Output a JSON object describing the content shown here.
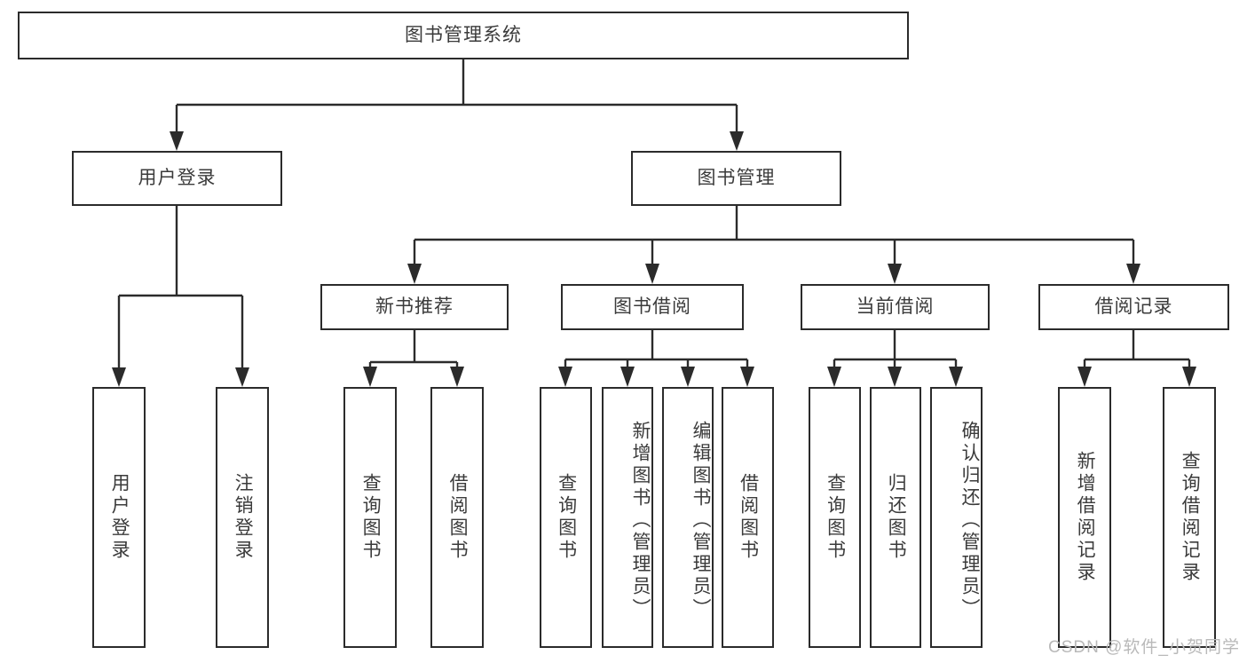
{
  "diagram": {
    "title": "图书管理系统",
    "type": "hierarchy-tree",
    "root": {
      "id": "root",
      "label": "图书管理系统"
    },
    "level2": [
      {
        "id": "user-login",
        "label": "用户登录"
      },
      {
        "id": "book-management",
        "label": "图书管理"
      }
    ],
    "level3": [
      {
        "id": "new-book-recommend",
        "label": "新书推荐"
      },
      {
        "id": "book-borrow",
        "label": "图书借阅"
      },
      {
        "id": "current-borrow",
        "label": "当前借阅"
      },
      {
        "id": "borrow-record",
        "label": "借阅记录"
      }
    ],
    "leaves": {
      "user_login": [
        {
          "id": "leaf-user-login",
          "label": "用户登录"
        },
        {
          "id": "leaf-user-logout",
          "label": "注销登录"
        }
      ],
      "new_book_recommend": [
        {
          "id": "leaf-query-book-1",
          "label": "查询图书"
        },
        {
          "id": "leaf-borrow-book-1",
          "label": "借阅图书"
        }
      ],
      "book_borrow": [
        {
          "id": "leaf-query-book-2",
          "label": "查询图书"
        },
        {
          "id": "leaf-add-book",
          "label": "新增图书（管理员）"
        },
        {
          "id": "leaf-edit-book",
          "label": "编辑图书（管理员）"
        },
        {
          "id": "leaf-borrow-book-2",
          "label": "借阅图书"
        }
      ],
      "current_borrow": [
        {
          "id": "leaf-query-book-3",
          "label": "查询图书"
        },
        {
          "id": "leaf-return-book",
          "label": "归还图书"
        },
        {
          "id": "leaf-confirm-return",
          "label": "确认归还（管理员）"
        }
      ],
      "borrow_record": [
        {
          "id": "leaf-add-record",
          "label": "新增借阅记录"
        },
        {
          "id": "leaf-query-record",
          "label": "查询借阅记录"
        }
      ]
    },
    "colors": {
      "stroke": "#2b2b2b",
      "text": "#3b3b3b",
      "background": "#ffffff",
      "watermark": "#b9b9b9"
    }
  },
  "watermark": {
    "text": "CSDN @软件_小贺同学"
  }
}
